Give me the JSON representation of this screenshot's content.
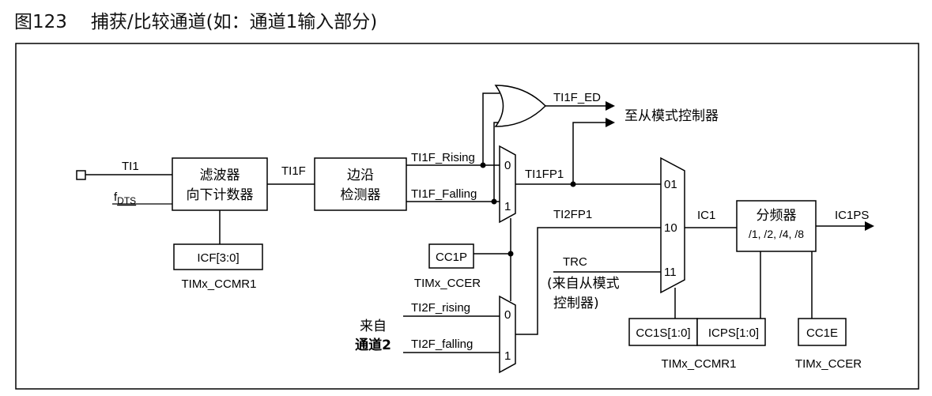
{
  "figure": {
    "label": "图123",
    "title": "捕获/比较通道(如：通道1输入部分)"
  },
  "signals": {
    "ti1": "TI1",
    "fdts": "f",
    "fdts_sub": "DTS",
    "ti1f": "TI1F",
    "ti1f_rising": "TI1F_Rising",
    "ti1f_falling": "TI1F_Falling",
    "ti1f_ed": "TI1F_ED",
    "to_slave": "至从模式控制器",
    "ti1fp1": "TI1FP1",
    "ti2fp1": "TI2FP1",
    "trc": "TRC",
    "trc_note_1": "(来自从模式",
    "trc_note_2": "控制器)",
    "ic1": "IC1",
    "ic1ps": "IC1PS",
    "ti2f_rising": "TI2F_rising",
    "ti2f_falling": "TI2F_falling",
    "from_ch2_1": "来自",
    "from_ch2_2": "通道2"
  },
  "blocks": {
    "filter_1": "滤波器",
    "filter_2": "向下计数器",
    "edge_1": "边沿",
    "edge_2": "检测器",
    "prescaler_1": "分频器",
    "prescaler_2": "/1, /2, /4, /8",
    "icf": "ICF[3:0]",
    "cc1p": "CC1P",
    "cc1s": "CC1S[1:0]",
    "icps": "ICPS[1:0]",
    "cc1e": "CC1E"
  },
  "mux": {
    "a0": "0",
    "a1": "1",
    "b0": "0",
    "b1": "1",
    "c01": "01",
    "c10": "10",
    "c11": "11"
  },
  "registers": {
    "timx_ccmr1_a": "TIMx_CCMR1",
    "timx_ccer_a": "TIMx_CCER",
    "timx_ccmr1_b": "TIMx_CCMR1",
    "timx_ccer_b": "TIMx_CCER"
  }
}
